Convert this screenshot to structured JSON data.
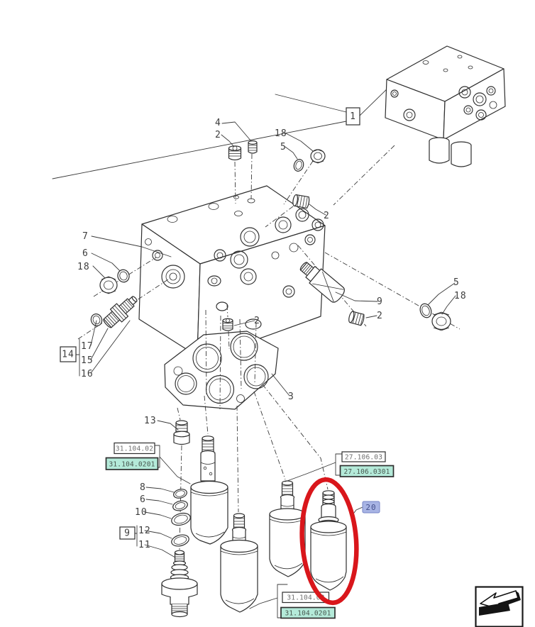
{
  "callouts": {
    "assembly": "1",
    "grub_screw": "4",
    "plug_top": "2",
    "hex_plug_top": "18",
    "oring_top": "5",
    "plug_right_upper": "2",
    "valve_block": "7",
    "oring_left": "6",
    "hex_plug_left": "18",
    "adapter_group": "14",
    "adapter_17": "17",
    "adapter_15": "15",
    "adapter_16": "16",
    "relief_valve": "9",
    "plug_mid": "2",
    "oring_far": "5",
    "hex_plug_far": "18",
    "plug_gasket": "2",
    "gasket": "3",
    "screw_13": "13",
    "oring_8": "8",
    "oring_6": "6",
    "oring_10": "10",
    "seal_group_9": "9",
    "oring_12": "12",
    "oring_11": "11",
    "circled_part": "20"
  },
  "ref_boxes": {
    "left": {
      "parent": "31.104.02",
      "child": "31.104.0201"
    },
    "right": {
      "parent": "27.106.03",
      "child": "27.106.0301"
    },
    "bottom": {
      "parent": "31.104.02",
      "child": "31.104.0201"
    }
  },
  "colors": {
    "teal_highlight": "#b4ead9",
    "blue_highlight": "#a8b4e4",
    "red_circle": "#d9161b",
    "line": "#2e2e2e",
    "ref_text": "#6f6f6f"
  },
  "icons": {
    "bottom_right": "page-reference-arrow"
  }
}
